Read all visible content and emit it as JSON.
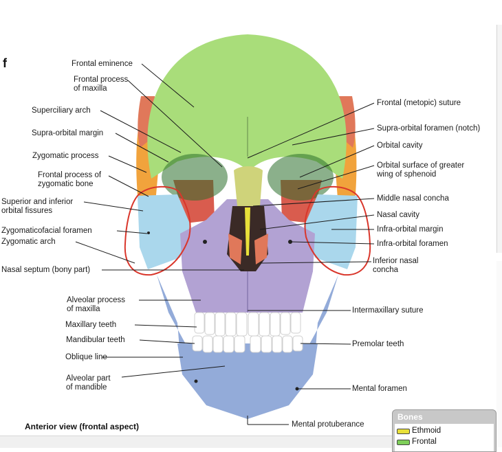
{
  "fragment_text": "f",
  "caption": "Anterior view (frontal aspect)",
  "labels_left": [
    {
      "id": "frontal-eminence",
      "text": "Frontal eminence"
    },
    {
      "id": "frontal-process-maxilla",
      "text": "Frontal process\nof maxilla"
    },
    {
      "id": "superciliary-arch",
      "text": "Superciliary arch"
    },
    {
      "id": "supra-orbital-margin",
      "text": "Supra-orbital margin"
    },
    {
      "id": "zygomatic-process",
      "text": "Zygomatic process"
    },
    {
      "id": "frontal-process-zygomatic",
      "text": "Frontal process of\nzygomatic bone"
    },
    {
      "id": "orbital-fissures",
      "text": "Superior and inferior\norbital fissures"
    },
    {
      "id": "zygomaticofacial-foramen",
      "text": "Zygomaticofacial foramen"
    },
    {
      "id": "zygomatic-arch",
      "text": "Zygomatic arch"
    },
    {
      "id": "nasal-septum",
      "text": "Nasal septum (bony part)"
    },
    {
      "id": "alveolar-process-maxilla",
      "text": "Alveolar process\nof maxilla"
    },
    {
      "id": "maxillary-teeth",
      "text": "Maxillary teeth"
    },
    {
      "id": "mandibular-teeth",
      "text": "Mandibular teeth"
    },
    {
      "id": "oblique-line",
      "text": "Oblique line"
    },
    {
      "id": "alveolar-part-mandible",
      "text": "Alveolar part\nof mandible"
    }
  ],
  "labels_right": [
    {
      "id": "frontal-suture",
      "text": "Frontal (metopic) suture"
    },
    {
      "id": "supra-orbital-foramen",
      "text": "Supra-orbital foramen (notch)"
    },
    {
      "id": "orbital-cavity",
      "text": "Orbital cavity"
    },
    {
      "id": "orbital-surface-sphenoid",
      "text": "Orbital surface of greater\nwing of sphenoid"
    },
    {
      "id": "middle-nasal-concha",
      "text": "Middle nasal concha"
    },
    {
      "id": "nasal-cavity",
      "text": "Nasal cavity"
    },
    {
      "id": "infra-orbital-margin",
      "text": "Infra-orbital margin"
    },
    {
      "id": "infra-orbital-foramen",
      "text": "Infra-orbital foramen"
    },
    {
      "id": "inferior-nasal-concha",
      "text": "Inferior nasal\nconcha"
    },
    {
      "id": "intermaxillary-suture",
      "text": "Intermaxillary suture"
    },
    {
      "id": "premolar-teeth",
      "text": "Premolar teeth"
    },
    {
      "id": "mental-foramen",
      "text": "Mental foramen"
    }
  ],
  "label_bottom": {
    "id": "mental-protuberance",
    "text": "Mental protuberance"
  },
  "legend": {
    "title": "Bones",
    "items": [
      {
        "name": "Ethmoid",
        "color": "#e8e03a"
      },
      {
        "name": "Frontal",
        "color": "#7fcf5a"
      }
    ]
  },
  "colors": {
    "frontal": "#a9dd7a",
    "parietal": "#e0785a",
    "sphenoid": "#d95c4e",
    "temporal": "#f1a33c",
    "nasal": "#cfd37a",
    "zygomatic": "#aad7ec",
    "maxilla": "#b2a2d3",
    "mandible": "#93abd9",
    "ethmoid": "#e8e03a",
    "highlight": "#d9362b"
  }
}
